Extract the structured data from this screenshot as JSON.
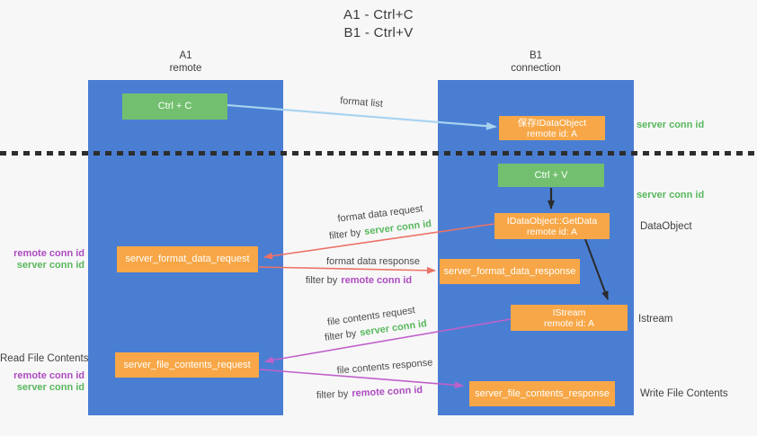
{
  "title": {
    "line1": "A1 - Ctrl+C",
    "line2": "B1 - Ctrl+V"
  },
  "lanes": {
    "a": {
      "name": "A1",
      "role": "remote"
    },
    "b": {
      "name": "B1",
      "role": "connection"
    }
  },
  "nodes": {
    "ctrl_c": {
      "label": "Ctrl + C"
    },
    "save_idataobject": {
      "line1": "保存IDataObject",
      "line2": "remote id: A"
    },
    "ctrl_v": {
      "label": "Ctrl + V"
    },
    "getdata": {
      "line1": "IDataObject::GetData",
      "line2": "remote id: A"
    },
    "format_request": {
      "label": "server_format_data_request"
    },
    "format_response": {
      "label": "server_format_data_response"
    },
    "istream": {
      "line1": "IStream",
      "line2": "remote id: A"
    },
    "file_request": {
      "label": "server_file_contents_request"
    },
    "file_response": {
      "label": "server_file_contents_response"
    }
  },
  "annotations": {
    "server_conn_id": "server conn id",
    "remote_conn_id": "remote conn id",
    "dataobject": "DataObject",
    "istream": "Istream",
    "read_file_contents": "Read File Contents",
    "write_file_contents": "Write File Contents"
  },
  "flow_labels": {
    "format_list": "format list",
    "format_data_request": "format data request",
    "format_data_response": "format data response",
    "file_contents_request": "file contents request",
    "file_contents_response": "file contents response",
    "filter_by": "filter by"
  },
  "colors": {
    "lane_blue": "#4a7ed3",
    "node_green": "#72c06f",
    "node_orange": "#f7a747",
    "arrow_light_blue": "#a8d3f0",
    "arrow_red": "#ec7266",
    "arrow_purple": "#c061ca",
    "arrow_black": "#2b2b2b",
    "text_green": "#58b85c",
    "text_purple": "#ad4bbe",
    "text_dark": "#3f3f3f",
    "background": "#f7f7f8"
  }
}
